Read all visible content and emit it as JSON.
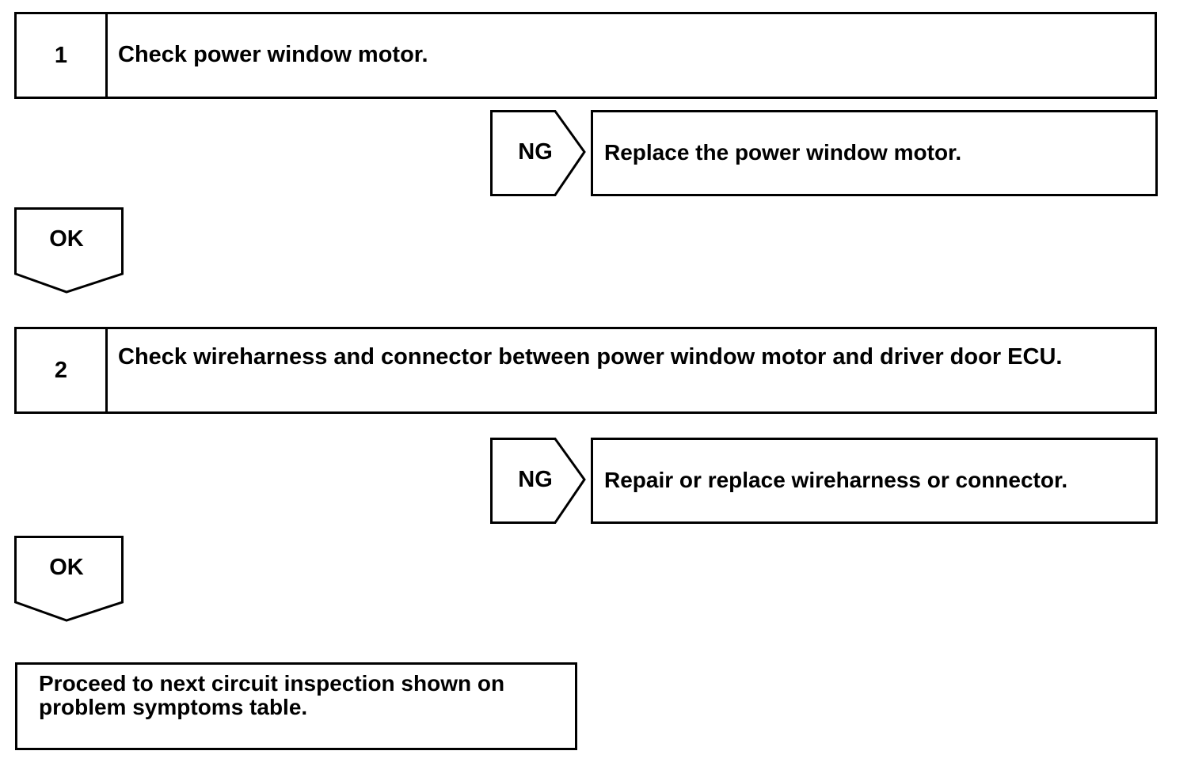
{
  "steps": [
    {
      "number": "1",
      "title": "Check power window motor.",
      "ng_label": "NG",
      "ng_action": "Replace the power window motor.",
      "ok_label": "OK"
    },
    {
      "number": "2",
      "title": "Check wireharness and connector between power window motor and driver door ECU.",
      "ng_label": "NG",
      "ng_action": "Repair or replace wireharness or connector.",
      "ok_label": "OK"
    }
  ],
  "final": {
    "text": "Proceed to next circuit inspection shown on problem symptoms table."
  }
}
